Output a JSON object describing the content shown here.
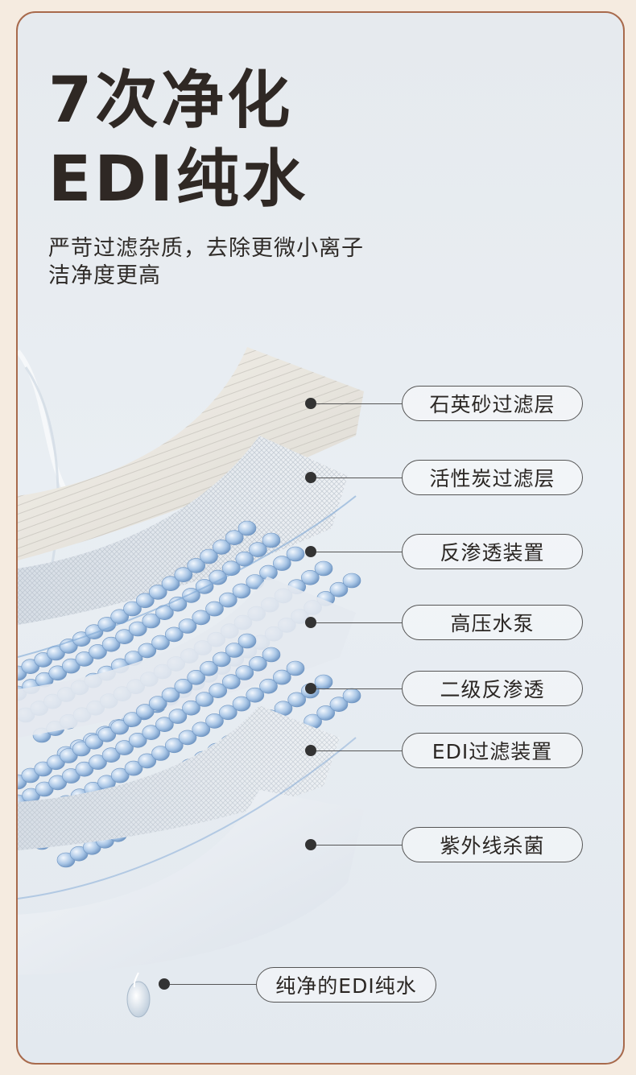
{
  "title": {
    "line1": "7次净化",
    "line2": "EDI纯水"
  },
  "subtitle": {
    "line1": "严苛过滤杂质，去除更微小离子",
    "line2": "洁净度更高"
  },
  "layers": [
    {
      "label": "石英砂过滤层"
    },
    {
      "label": "活性炭过滤层"
    },
    {
      "label": "反渗透装置"
    },
    {
      "label": "高压水泵"
    },
    {
      "label": "二级反渗透"
    },
    {
      "label": "EDI过滤装置"
    },
    {
      "label": "紫外线杀菌"
    }
  ],
  "output": {
    "label": "纯净的EDI纯水"
  },
  "colors": {
    "frame": "#a86a4c",
    "background": "#f5ebe0",
    "title": "#2f2824",
    "accent": "#7fa8d6"
  }
}
